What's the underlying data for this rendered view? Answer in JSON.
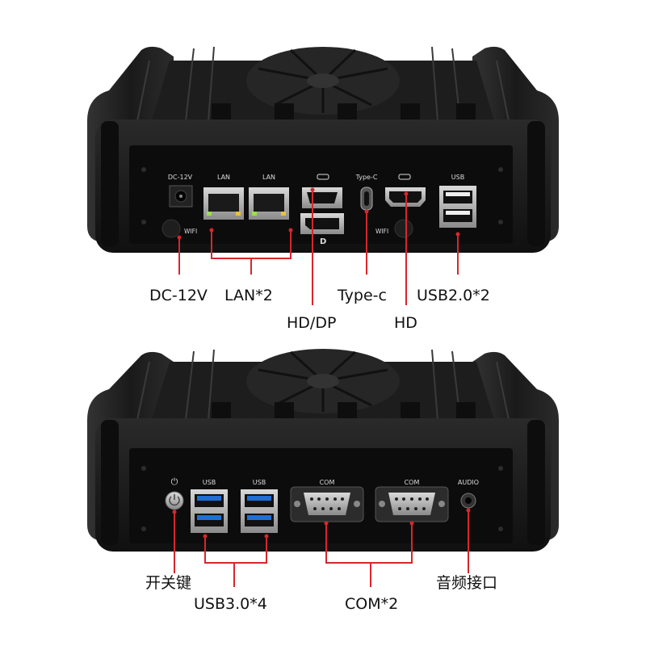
{
  "colors": {
    "chassis": "#1a1a1a",
    "panel": "#0c0c0c",
    "leader_line": "#d8262c",
    "callout_text": "#111111",
    "usb3_blue": "#1f6fd6"
  },
  "top_device": {
    "panel_labels": {
      "dc": "DC-12V",
      "lan1": "LAN",
      "lan2": "LAN",
      "typec": "Type-C",
      "usb": "USB",
      "wifi_left": "WIFI",
      "wifi_right": "WIFI"
    },
    "callouts": {
      "dc": "DC-12V",
      "lan": "LAN*2",
      "typec": "Type-c",
      "usb": "USB2.0*2",
      "hddp": "HD/DP",
      "hd": "HD"
    }
  },
  "bottom_device": {
    "panel_labels": {
      "power": "⏻",
      "usb1": "USB",
      "usb2": "USB",
      "com1": "COM",
      "com2": "COM",
      "audio": "AUDIO"
    },
    "callouts": {
      "power": "开关键",
      "usb": "USB3.0*4",
      "com": "COM*2",
      "audio": "音频接口"
    }
  }
}
